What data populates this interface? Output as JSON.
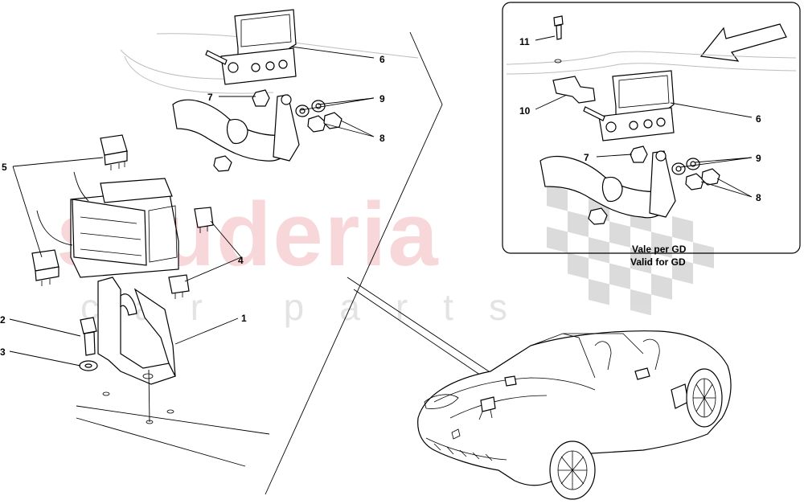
{
  "watermark": {
    "brand": "scuderia",
    "subtitle": "car parts"
  },
  "callouts": {
    "main": [
      "1",
      "2",
      "3",
      "4",
      "5",
      "6",
      "7",
      "8",
      "9"
    ],
    "inset": [
      "6",
      "7",
      "8",
      "9",
      "10",
      "11"
    ]
  },
  "inset_note": {
    "line1": "Vale per GD",
    "line2": "Valid for GD"
  }
}
